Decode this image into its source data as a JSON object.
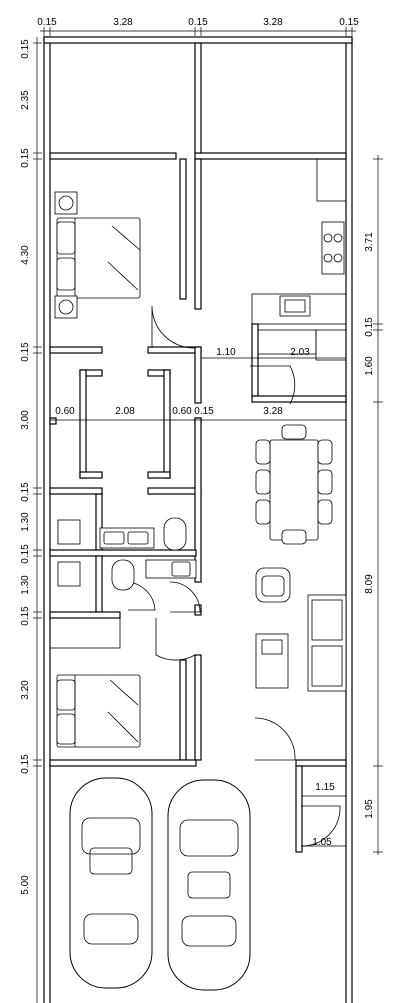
{
  "plan": {
    "top_dims": [
      "0.15",
      "3.28",
      "0.15",
      "3.28",
      "0.15"
    ],
    "left_dims": [
      "0.15",
      "2.35",
      "0.15",
      "4.30",
      "0.15",
      "3.00",
      "0.15",
      "1.30",
      "0.15",
      "1.30",
      "0.15",
      "3.20",
      "0.15",
      "5.00"
    ],
    "right_dims": [
      "3.71",
      "0.15",
      "1.60",
      "8.09",
      "1.95"
    ],
    "interior_dims": [
      "1.10",
      "2.03",
      "0.60",
      "2.08",
      "0.60",
      "0.15",
      "3.28",
      "1.15",
      "1.05"
    ]
  }
}
